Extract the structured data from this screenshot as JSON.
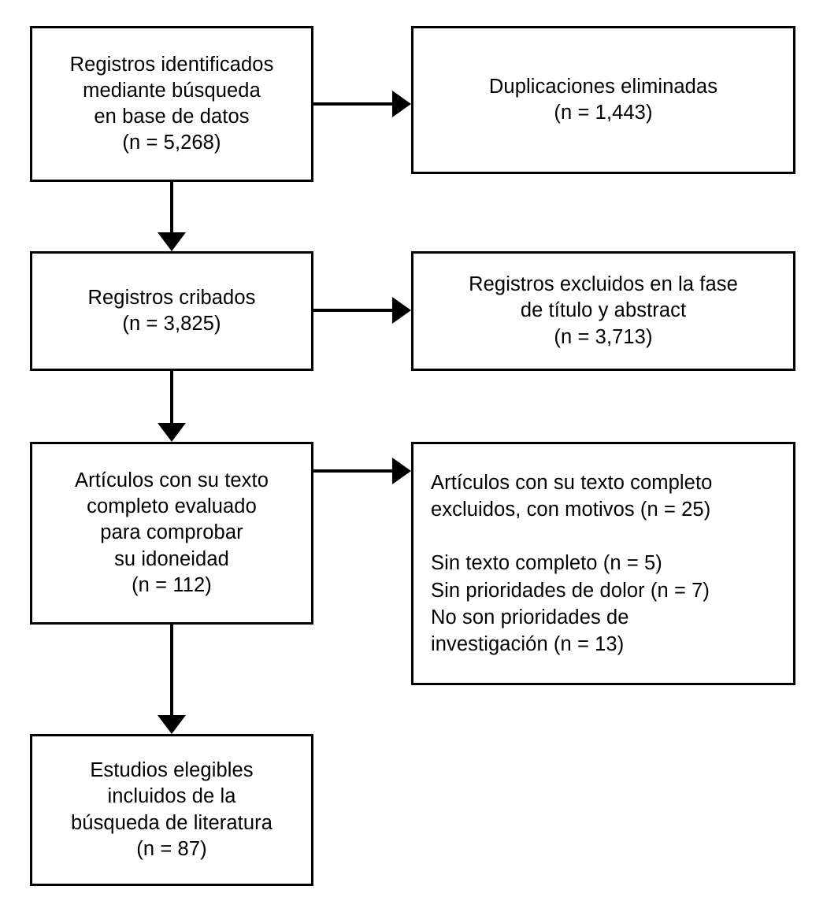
{
  "diagram": {
    "type": "prisma-flow-diagram",
    "language": "es",
    "line_color": "#000000",
    "background_color": "#ffffff",
    "boxes": {
      "identified": {
        "text": "Registros identificados\nmediante búsqueda\nen base de datos\n(n = 5,268)",
        "count": "5,268"
      },
      "duplicates": {
        "text": "Duplicaciones eliminadas\n(n = 1,443)",
        "count": "1,443"
      },
      "screened": {
        "text": "Registros cribados\n(n = 3,825)",
        "count": "3,825"
      },
      "excluded_title_abstract": {
        "text": "Registros excluidos en la fase\nde título y abstract\n(n = 3,713)",
        "count": "3,713"
      },
      "fulltext_assessed": {
        "text": "Artículos con su texto\ncompleto evaluado\npara comprobar\nsu idoneidad\n(n = 112)",
        "count": "112"
      },
      "excluded_fulltext": {
        "text": "Artículos con su texto completo\nexcluidos, con motivos (n = 25)\n\nSin texto completo (n = 5)\nSin prioridades de dolor (n = 7)\nNo son prioridades de\ninvestigación (n = 13)",
        "count": "25",
        "reasons": [
          {
            "label": "Sin texto completo",
            "count": "5"
          },
          {
            "label": "Sin prioridades de dolor",
            "count": "7"
          },
          {
            "label": "No son prioridades de investigación",
            "count": "13"
          }
        ]
      },
      "included": {
        "text": "Estudios elegibles\nincluidos de la\nbúsqueda de literatura\n(n = 87)",
        "count": "87"
      }
    },
    "arrows": [
      {
        "name": "identified-to-duplicates",
        "direction": "right"
      },
      {
        "name": "identified-to-screened",
        "direction": "down"
      },
      {
        "name": "screened-to-excluded-title-abstract",
        "direction": "right"
      },
      {
        "name": "screened-to-fulltext",
        "direction": "down"
      },
      {
        "name": "fulltext-to-excluded-fulltext",
        "direction": "right"
      },
      {
        "name": "fulltext-to-included",
        "direction": "down"
      }
    ]
  }
}
